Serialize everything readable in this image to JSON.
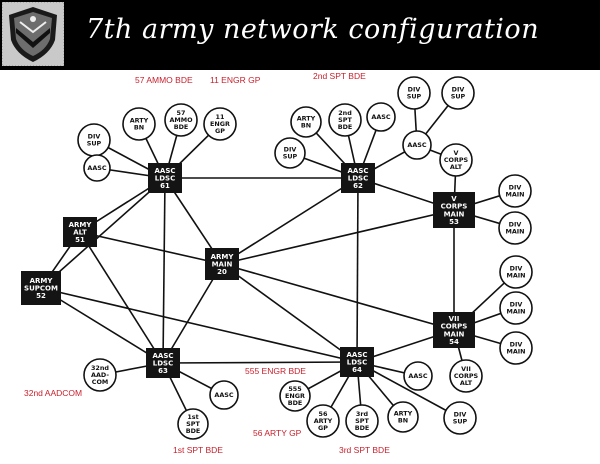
{
  "title": "7th army network configuration",
  "emblem_icon": "army-shield-emblem-icon",
  "colors": {
    "banner": "#000000",
    "node": "#141414",
    "annotation": "#c8202c"
  },
  "nodes": {
    "aasc61": [
      "AASC",
      "LDSC",
      "61"
    ],
    "aasc62": [
      "AASC",
      "LDSC",
      "62"
    ],
    "aasc63": [
      "AASC",
      "LDSC",
      "63"
    ],
    "aasc64": [
      "AASC",
      "LDSC",
      "64"
    ],
    "army_alt": [
      "ARMY",
      "ALT",
      "51"
    ],
    "army_main": [
      "ARMY",
      "MAIN",
      "20"
    ],
    "army_supcom": [
      "ARMY",
      "SUPCOM",
      "52"
    ],
    "v_corps_main": [
      "V",
      "CORPS",
      "MAIN",
      "53"
    ],
    "vii_corps_main": [
      "VII",
      "CORPS",
      "MAIN",
      "54"
    ]
  },
  "circles": {
    "c61_div_sup": [
      "DIV",
      "SUP"
    ],
    "c61_arty_bn": [
      "ARTY",
      "BN"
    ],
    "c61_ammo_bde": [
      "57",
      "AMMO",
      "BDE"
    ],
    "c61_engr_gp": [
      "11",
      "ENGR",
      "GP"
    ],
    "c61_aasc": [
      "AASC"
    ],
    "c62_arty_bn": [
      "ARTY",
      "BN"
    ],
    "c62_spt_bde": [
      "2nd",
      "SPT",
      "BDE"
    ],
    "c62_aasc_top": [
      "AASC"
    ],
    "c62_div_sup1": [
      "DIV",
      "SUP"
    ],
    "c62_div_sup2": [
      "DIV",
      "SUP"
    ],
    "c62_div_sup_left": [
      "DIV",
      "SUP"
    ],
    "c62_aasc": [
      "AASC"
    ],
    "v_corps_alt": [
      "V",
      "CORPS",
      "ALT"
    ],
    "v_div_main1": [
      "DIV",
      "MAIN"
    ],
    "v_div_main2": [
      "DIV",
      "MAIN"
    ],
    "vii_div_main1": [
      "DIV",
      "MAIN"
    ],
    "vii_div_main2": [
      "DIV",
      "MAIN"
    ],
    "vii_div_main3": [
      "DIV",
      "MAIN"
    ],
    "vii_corps_alt": [
      "VII",
      "CORPS",
      "ALT"
    ],
    "c63_aadcom": [
      "32nd",
      "AAD-",
      "COM"
    ],
    "c63_spt_bde": [
      "1st",
      "SPT",
      "BDE"
    ],
    "c63_aasc": [
      "AASC"
    ],
    "c64_engr_bde": [
      "555",
      "ENGR",
      "BDE"
    ],
    "c64_arty_gp": [
      "56",
      "ARTY",
      "GP"
    ],
    "c64_spt_bde": [
      "3rd",
      "SPT",
      "BDE"
    ],
    "c64_arty_bn": [
      "ARTY",
      "BN"
    ],
    "c64_aasc": [
      "AASC"
    ],
    "c64_div_sup": [
      "DIV",
      "SUP"
    ]
  },
  "annotations": {
    "ammo_bde": "57 AMMO BDE",
    "engr_gp": "11 ENGR GP",
    "spt_bde_2nd": "2nd SPT BDE",
    "engr_bde_555": "555 ENGR BDE",
    "aadcom_32nd": "32nd AADCOM",
    "arty_gp_56": "56 ARTY GP",
    "spt_bde_1st": "1st SPT BDE",
    "spt_bde_3rd": "3rd SPT BDE"
  }
}
